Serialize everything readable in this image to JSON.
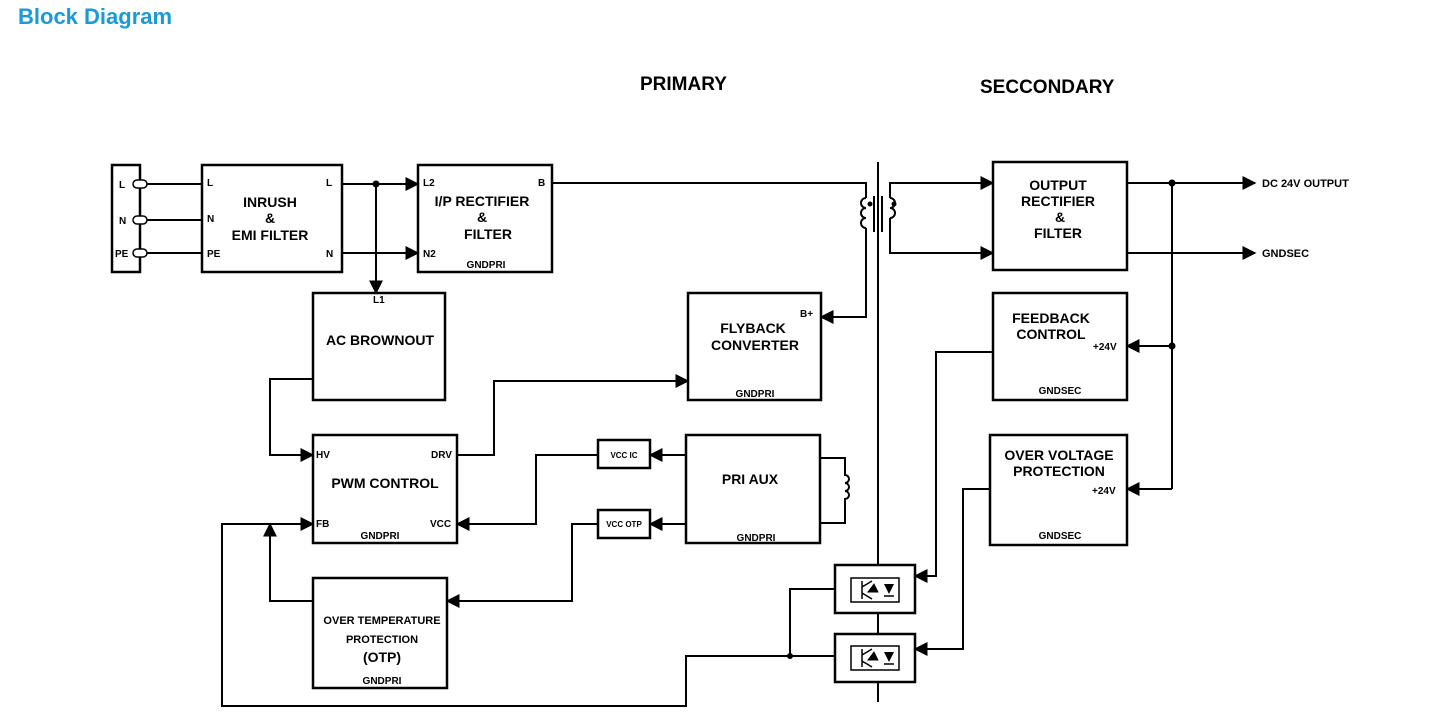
{
  "title": "Block Diagram",
  "sections": {
    "primary": "PRIMARY",
    "secondary": "SECCONDARY"
  },
  "input": {
    "pins": [
      "L",
      "N",
      "PE"
    ]
  },
  "blocks": {
    "emi": {
      "lines": [
        "INRUSH",
        "&",
        "EMI FILTER"
      ],
      "pins": [
        "L",
        "N",
        "PE",
        "L",
        "N"
      ]
    },
    "rectifier": {
      "lines": [
        "I/P RECTIFIER",
        "&",
        "FILTER"
      ],
      "pins": [
        "L2",
        "N2",
        "B"
      ],
      "gnd": "GNDPRI"
    },
    "brownout": {
      "lines": [
        "AC BROWNOUT"
      ],
      "pins": [
        "L1"
      ]
    },
    "pwm": {
      "lines": [
        "PWM CONTROL"
      ],
      "pins": [
        "HV",
        "FB",
        "DRV",
        "VCC"
      ],
      "gnd": "GNDPRI"
    },
    "flyback": {
      "lines": [
        "FLYBACK",
        "CONVERTER"
      ],
      "pins": [
        "B+"
      ],
      "gnd": "GNDPRI"
    },
    "vcc_ic": {
      "label": "VCC IC"
    },
    "vcc_otp": {
      "label": "VCC OTP"
    },
    "pri_aux": {
      "lines": [
        "PRI AUX"
      ],
      "gnd": "GNDPRI"
    },
    "otp": {
      "lines": [
        "OVER TEMPERATURE",
        "PROTECTION",
        "(OTP)"
      ],
      "gnd": "GNDPRI"
    },
    "output_rect": {
      "lines": [
        "OUTPUT",
        "RECTIFIER",
        "&",
        "FILTER"
      ]
    },
    "feedback": {
      "lines": [
        "FEEDBACK",
        "CONTROL"
      ],
      "pin": "+24V",
      "gnd": "GNDSEC"
    },
    "ovp": {
      "lines": [
        "OVER VOLTAGE",
        "PROTECTION"
      ],
      "pin": "+24V",
      "gnd": "GNDSEC"
    }
  },
  "outputs": {
    "dc": "DC 24V OUTPUT",
    "gnd": "GNDSEC"
  }
}
